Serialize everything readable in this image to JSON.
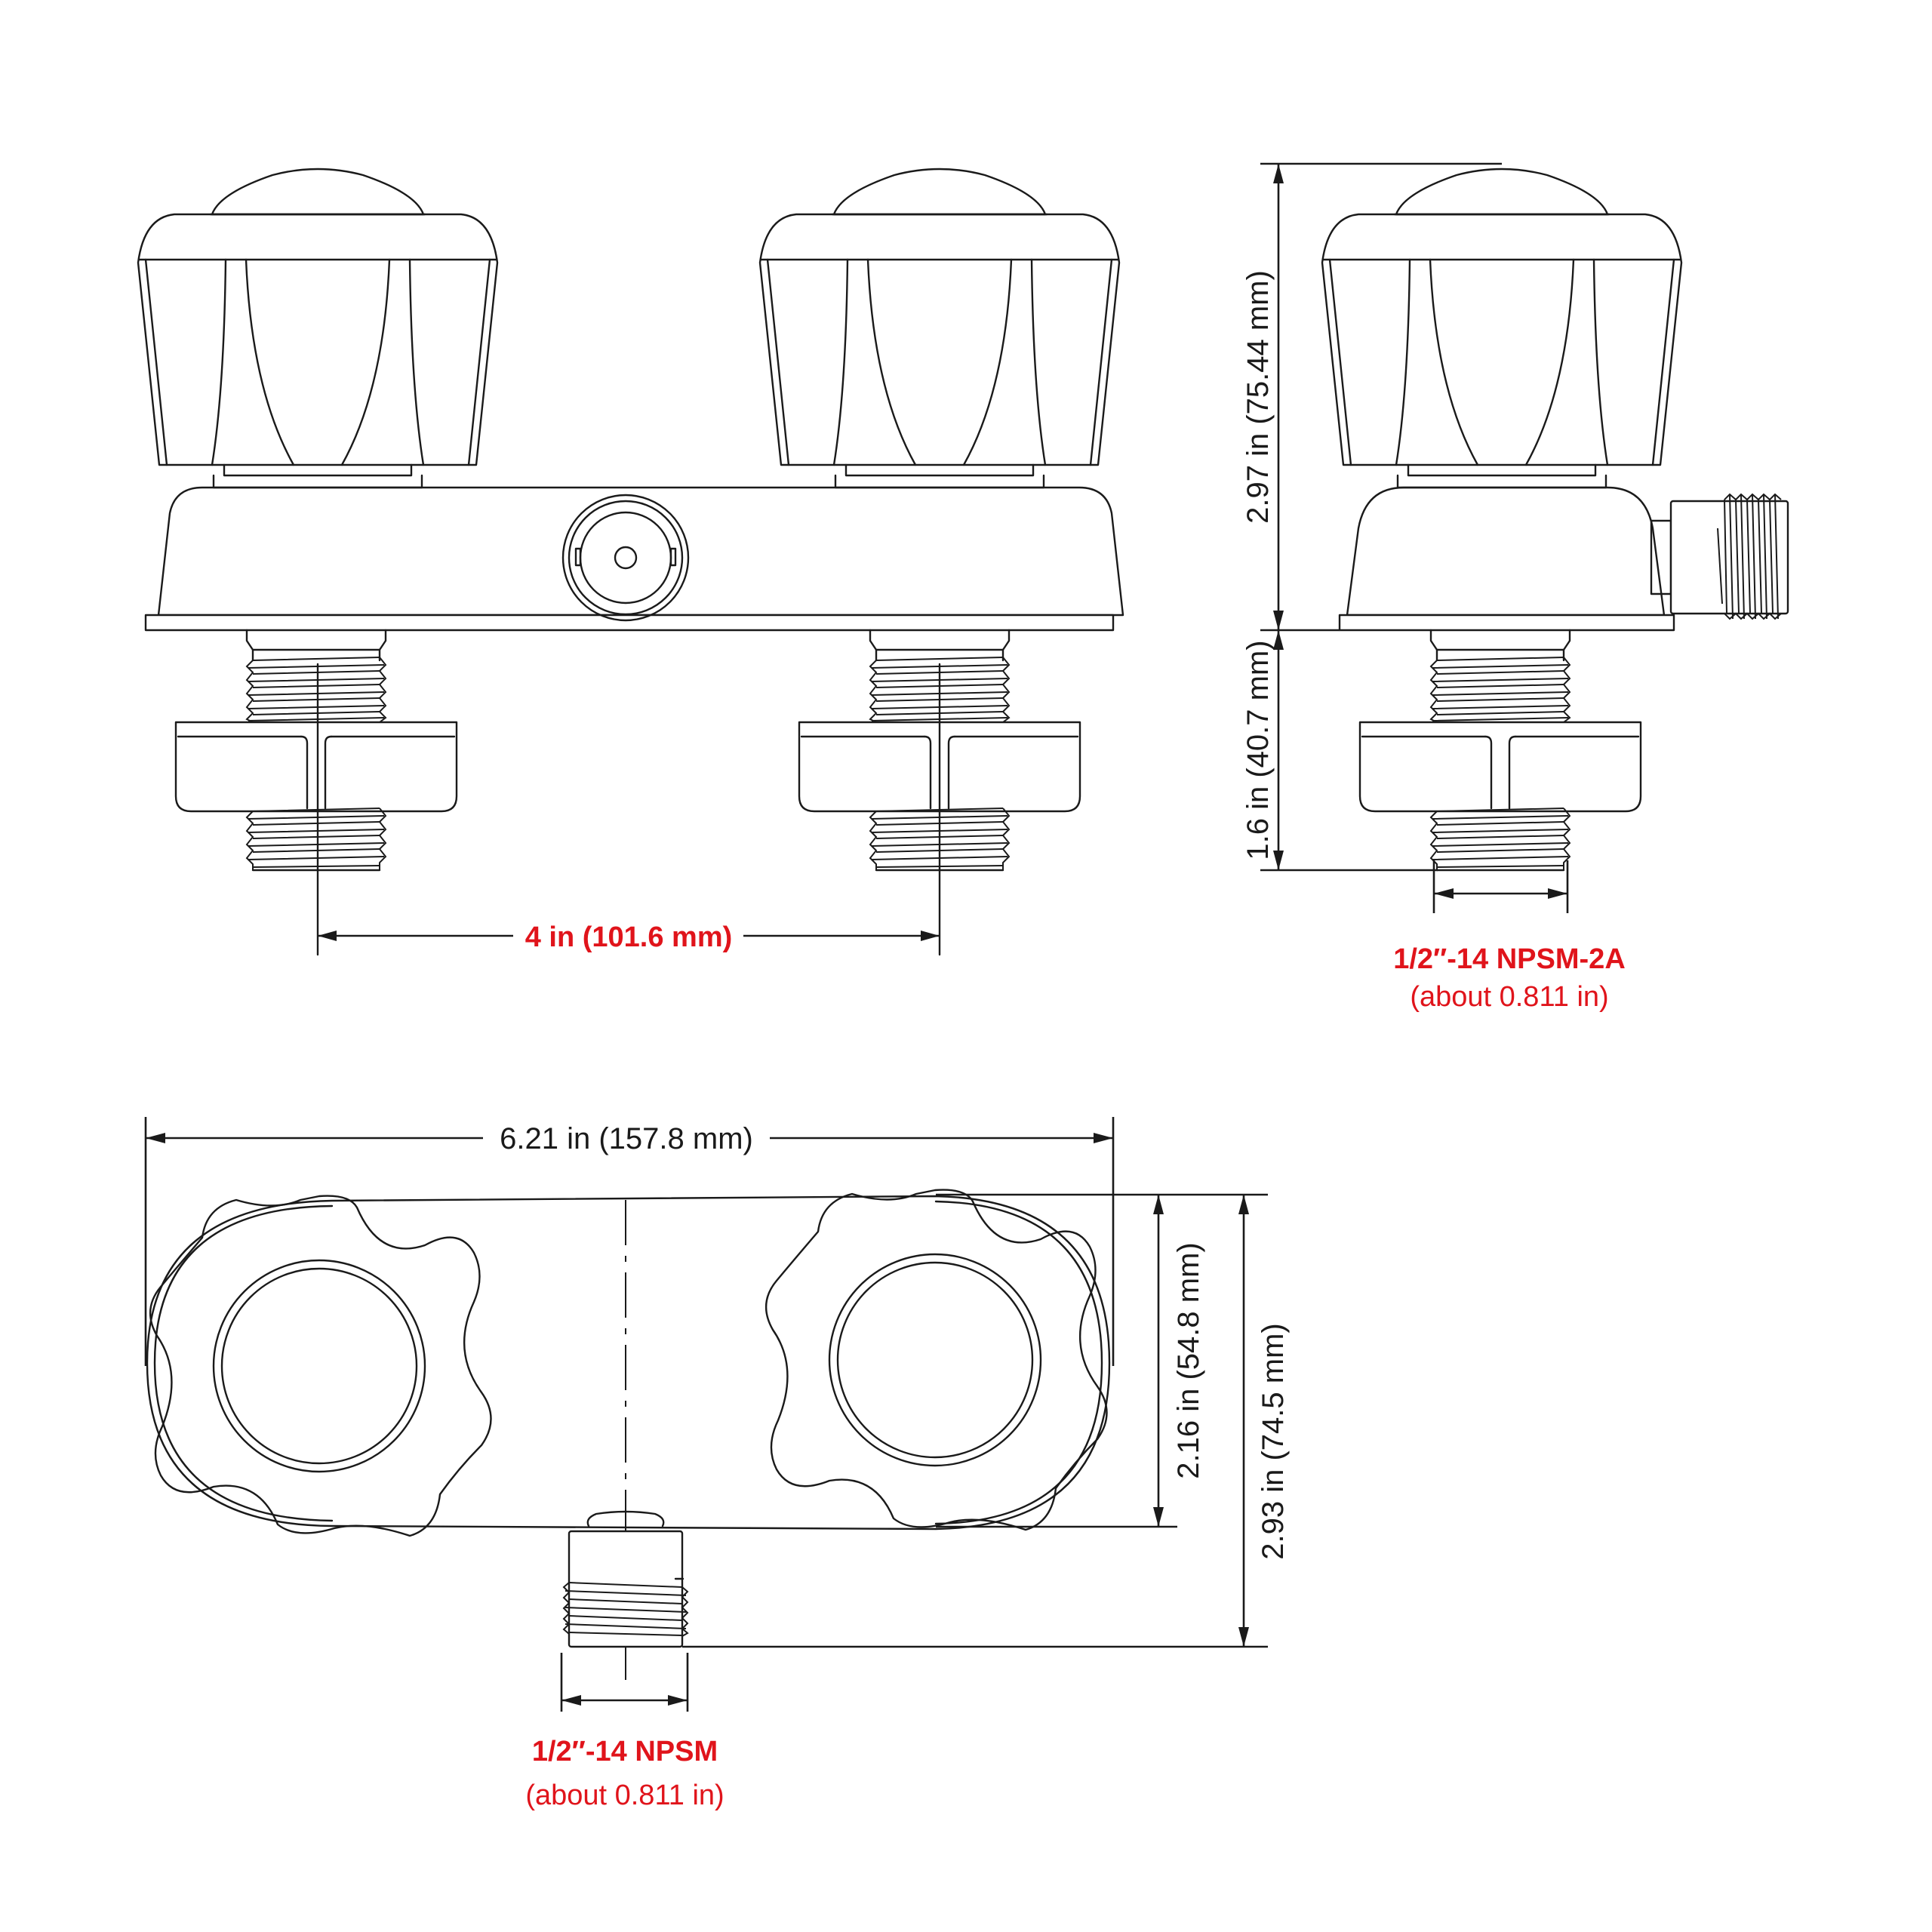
{
  "colors": {
    "line": "#1a1a1a",
    "accent_red": "#e0141b",
    "background": "#ffffff"
  },
  "front_view": {
    "center_spacing_label": "4 in (101.6 mm)"
  },
  "side_view": {
    "overall_height_label": "2.97 in  (75.44 mm)",
    "shank_length_label": "1.6 in  (40.7 mm)",
    "thread_spec_label": "1/2″-14 NPSM-2A",
    "thread_diameter_label": "(about  0.811 in)"
  },
  "top_view": {
    "overall_width_label": "6.21 in  (157.8 mm)",
    "body_depth_label": "2.16 in  (54.8 mm)",
    "overall_depth_label": "2.93 in  (74.5 mm)",
    "outlet_thread_spec_label": "1/2″-14 NPSM",
    "outlet_thread_diameter_label": "(about  0.811 in)"
  }
}
